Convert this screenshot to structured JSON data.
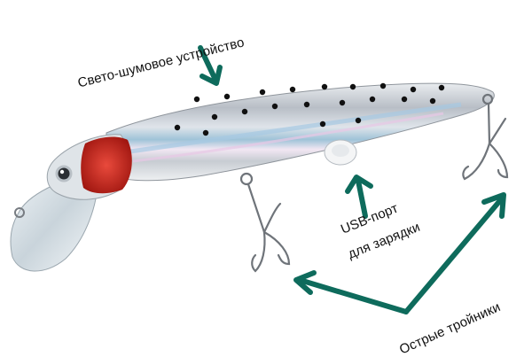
{
  "labels": {
    "device": "Свето-шумовое устройство",
    "usb_line1": "USB-порт",
    "usb_line2": "для зарядки",
    "hooks": "Острые тройники"
  },
  "colors": {
    "arrow": "#0e6b5c",
    "head_red": "#c8241c",
    "spots": "#111111",
    "body_silver": "#c9cdd4",
    "lip_clear": "#d6dee4"
  },
  "icons": {
    "arrows": "arrow-icon",
    "hooks": "treble-hook-icon"
  }
}
